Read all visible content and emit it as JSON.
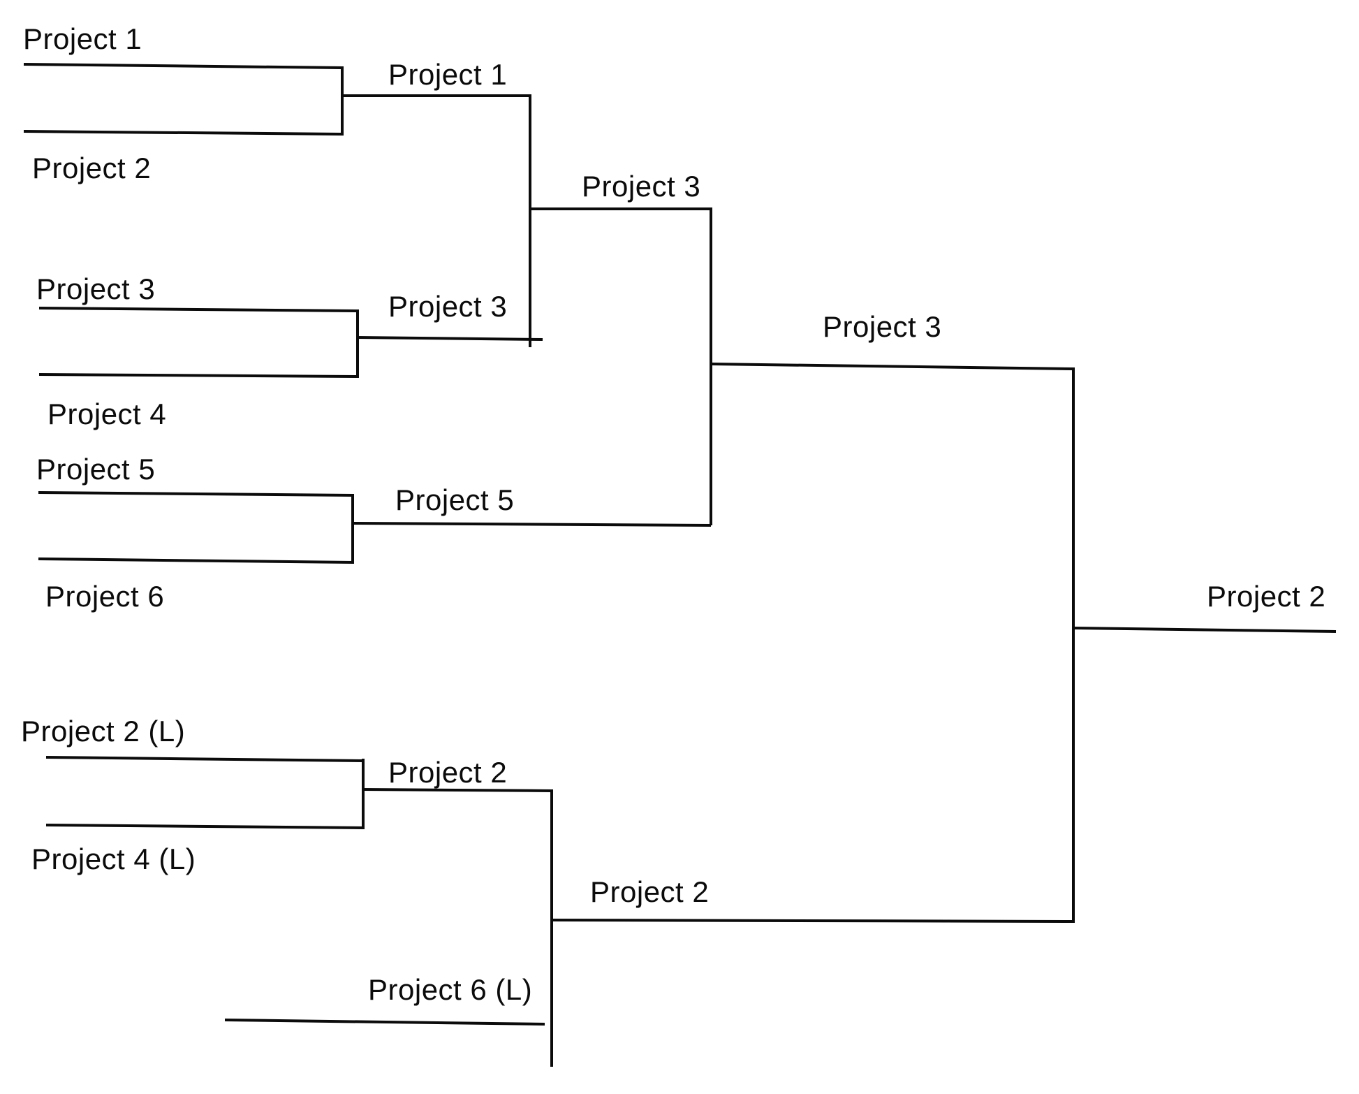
{
  "page": {
    "background_color": "#ffffff",
    "line_color": "#0b0b0b",
    "text_color": "#0b0b0b"
  },
  "bracket": {
    "winners_round1": {
      "match1": {
        "top_seed": "Project 1",
        "bottom_seed": "Project 2",
        "winner": "Project 1"
      },
      "match2": {
        "top_seed": "Project 3",
        "bottom_seed": "Project 4",
        "winner": "Project 3"
      },
      "match3": {
        "top_seed": "Project 5",
        "bottom_seed": "Project 6",
        "winner": "Project 5"
      }
    },
    "winners_round2": {
      "winner": "Project 3"
    },
    "winners_final": {
      "winner": "Project 3"
    },
    "losers_round1": {
      "match1": {
        "top_seed": "Project 2 (L)",
        "bottom_seed": "Project 4 (L)",
        "winner": "Project 2"
      }
    },
    "losers_final": {
      "bottom_seed": "Project 6 (L)",
      "winner": "Project 2"
    },
    "grand_final": {
      "champion": "Project 2"
    }
  }
}
